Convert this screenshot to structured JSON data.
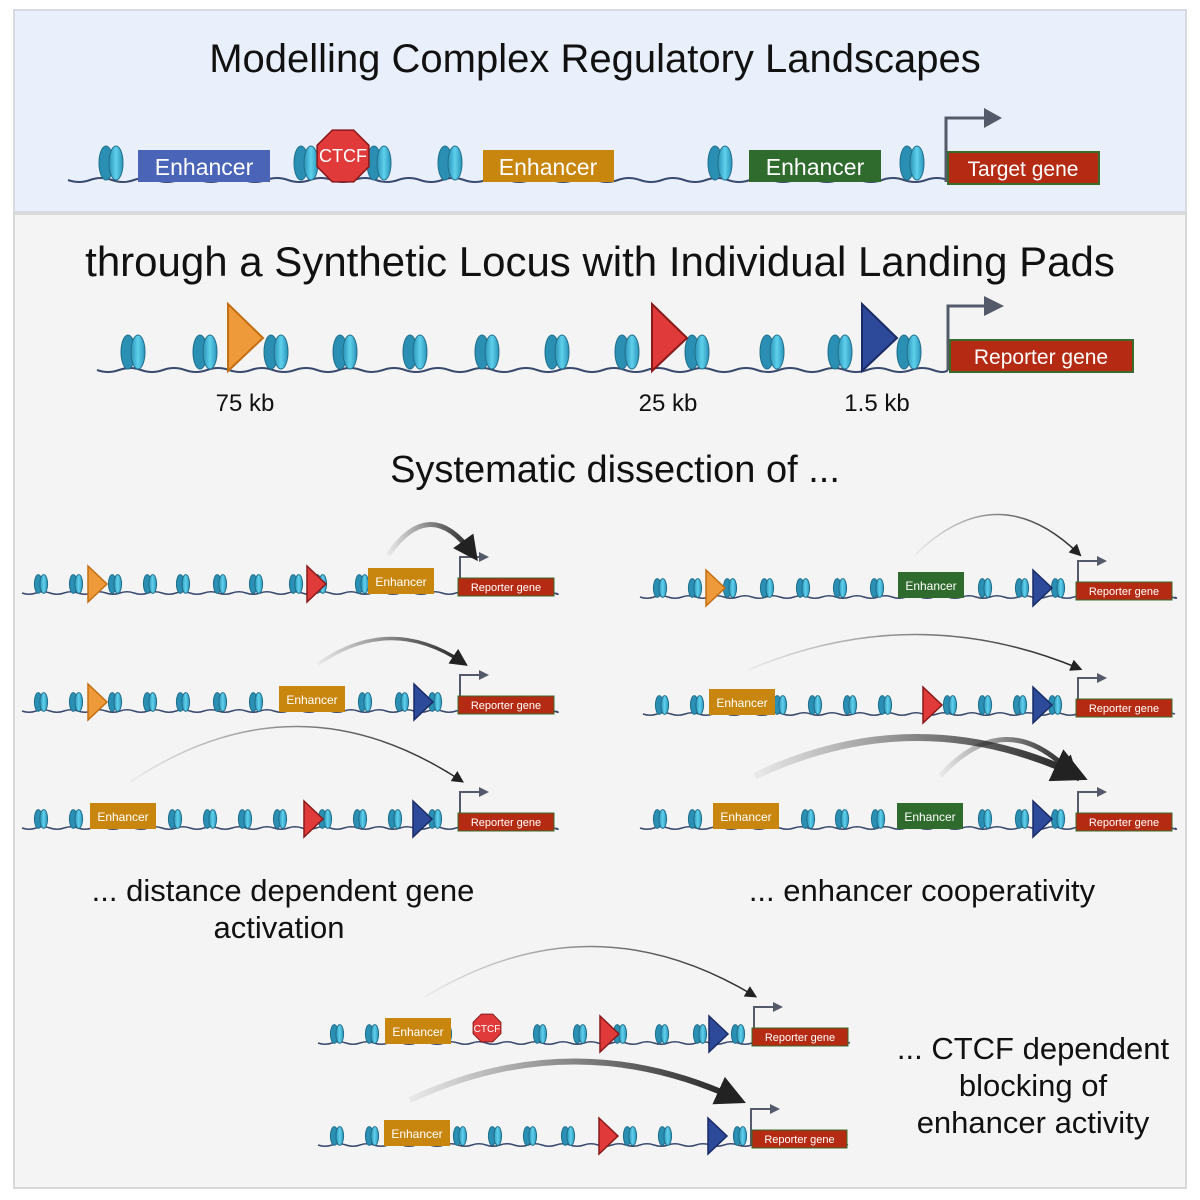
{
  "top_panel": {
    "title": "Modelling Complex Regulatory Landscapes",
    "labels": {
      "enhancer_blue": "Enhancer",
      "ctcf": "CTCF",
      "enhancer_orange": "Enhancer",
      "enhancer_green": "Enhancer",
      "target_gene": "Target gene"
    }
  },
  "middle_panel": {
    "title": "through a Synthetic Locus with Individual Landing Pads",
    "reporter_label": "Reporter gene",
    "distances": [
      "75 kb",
      "25 kb",
      "1.5 kb"
    ],
    "subtitle": "Systematic dissection of ..."
  },
  "small_labels": {
    "enhancer": "Enhancer",
    "reporter": "Reporter gene",
    "ctcf": "CTCF"
  },
  "captions": {
    "distance_line1": "... distance dependent gene",
    "distance_line2": "activation",
    "cooperativity": "... enhancer cooperativity",
    "ctcf_line1": "... CTCF dependent",
    "ctcf_line2": "blocking of",
    "ctcf_line3": "enhancer activity"
  },
  "colors": {
    "nucleosome": "#3cb8d6",
    "dna": "#3a4a6e",
    "enhancer_blue": "#4a64b8",
    "enhancer_orange": "#c8860e",
    "enhancer_green": "#2f6b2c",
    "gene_red": "#b42a12",
    "ctcf_red": "#e03a3a",
    "landing_orange": "#ef9a3a",
    "landing_red": "#e03a3a",
    "landing_blue": "#2d4a9a",
    "top_bg": "#eaf0fb",
    "lower_bg": "#f4f4f4"
  }
}
